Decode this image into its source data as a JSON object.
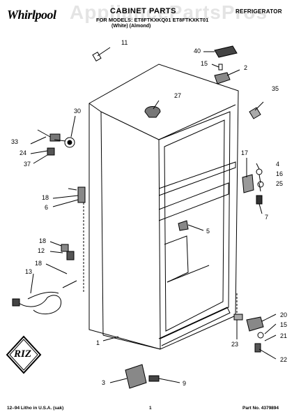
{
  "header": {
    "brand": "Whirlpool",
    "watermark": "AppliancePartsPros",
    "title": "CABINET PARTS",
    "subtitle_line1": "FOR MODELS: ET8FTKXKQ01   ET8FTKXKT01",
    "subtitle_line2": "(White)       (Almond)",
    "category": "REFRIGERATOR"
  },
  "footer": {
    "print_note": "12–94 Litho in U.S.A. (sak)",
    "page_number": "1",
    "part_number": "Part No. 4379894"
  },
  "emblem": {
    "text": "RIZ"
  },
  "callouts": {
    "c1": "1",
    "c2": "2",
    "c3": "3",
    "c4": "4",
    "c5": "5",
    "c6": "6",
    "c7": "7",
    "c9": "9",
    "c11": "11",
    "c12": "12",
    "c13": "13",
    "c15a": "15",
    "c15b": "15",
    "c16": "16",
    "c17": "17",
    "c18a": "18",
    "c18b": "18",
    "c18c": "18",
    "c20": "20",
    "c21": "21",
    "c22": "22",
    "c23": "23",
    "c24": "24",
    "c25": "25",
    "c27": "27",
    "c30": "30",
    "c33": "33",
    "c35": "35",
    "c37": "37",
    "c40": "40"
  }
}
